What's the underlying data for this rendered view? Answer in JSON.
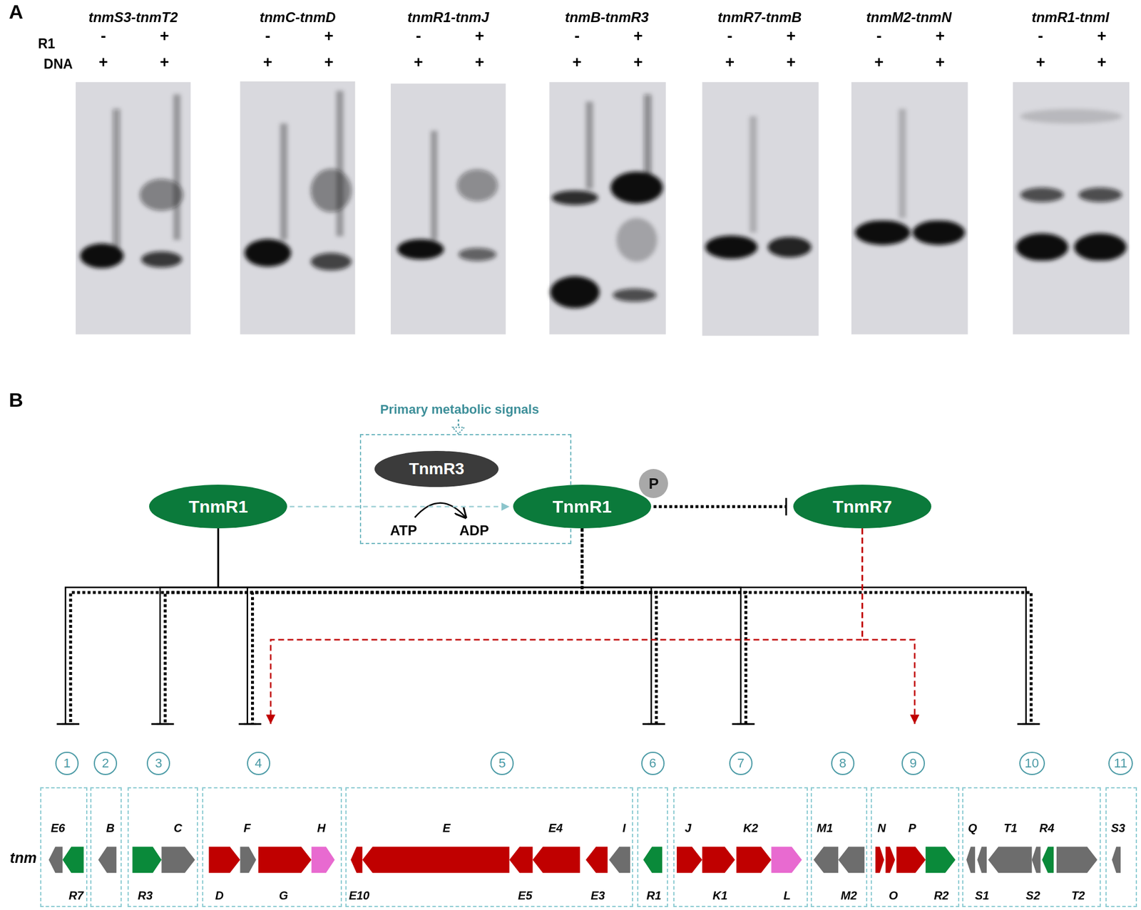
{
  "diagram": {
    "nodes": [
      {
        "text": [
          "TnmR1"
        ]
      },
      {
        "text": [
          "Primary metabolic signals",
          "ATP",
          "ADP"
        ]
      },
      {
        "text": [
          "TnmR3"
        ],
        "in": 1
      },
      {
        "text": [
          "TnmR1"
        ],
        "in": 1
      },
      {
        "text": [
          "P"
        ],
        "in": 3
      },
      {
        "text": [
          "TnmR7"
        ]
      },
      {
        "text": [
          "1"
        ]
      },
      {
        "text": [
          "2"
        ]
      },
      {
        "text": [
          "3"
        ]
      },
      {
        "text": [
          "4"
        ]
      },
      {
        "text": [
          "5"
        ]
      },
      {
        "text": [
          "6"
        ]
      },
      {
        "text": [
          "7"
        ]
      },
      {
        "text": [
          "8"
        ]
      },
      {
        "text": [
          "9"
        ]
      },
      {
        "text": [
          "10"
        ]
      },
      {
        "text": [
          "11"
        ]
      },
      {
        "text": [
          "E6",
          "R7"
        ]
      },
      {
        "text": [
          "B"
        ]
      },
      {
        "text": [
          "C",
          "R3"
        ]
      },
      {
        "text": [
          "F",
          "H",
          "D",
          "G"
        ]
      },
      {
        "text": [
          "E",
          "E4",
          "I",
          "E10",
          "E5",
          "E3"
        ]
      },
      {
        "text": [
          "R1"
        ]
      },
      {
        "text": [
          "J",
          "K2",
          "K1",
          "L"
        ]
      },
      {
        "text": [
          "M1",
          "M2"
        ]
      },
      {
        "text": [
          "N",
          "P",
          "O",
          "R2"
        ]
      },
      {
        "text": [
          "Q",
          "T1",
          "R4",
          "S1",
          "S2",
          "T2"
        ]
      },
      {
        "text": [
          "S3"
        ]
      }
    ],
    "edges": [
      {
        "from": 0,
        "to": 6,
        "arrow": "to"
      },
      {
        "from": 0,
        "to": 8,
        "arrow": "to"
      },
      {
        "from": 0,
        "to": 9,
        "arrow": "to"
      },
      {
        "from": 0,
        "to": 11,
        "arrow": "to"
      },
      {
        "from": 0,
        "to": 12,
        "arrow": "to"
      },
      {
        "from": 0,
        "to": 15,
        "arrow": "to"
      },
      {
        "from": 3,
        "to": 6,
        "arrow": "to"
      },
      {
        "from": 3,
        "to": 8,
        "arrow": "to"
      },
      {
        "from": 3,
        "to": 9,
        "arrow": "to"
      },
      {
        "from": 3,
        "to": 11,
        "arrow": "to"
      },
      {
        "from": 3,
        "to": 12,
        "arrow": "to"
      },
      {
        "from": 3,
        "to": 15,
        "arrow": "to"
      },
      {
        "from": 0,
        "to": 3,
        "arrow": "to"
      },
      {
        "from": 3,
        "to": 5,
        "arrow": "to"
      },
      {
        "from": 5,
        "to": 9,
        "arrow": "to"
      },
      {
        "from": 5,
        "to": 14,
        "arrow": "to"
      }
    ],
    "labels": [
      "A",
      "R1",
      "DNA",
      "tnmS3-tnmT2",
      "-",
      "+",
      "+",
      "+",
      "tnmC-tnmD",
      "-",
      "+",
      "+",
      "+",
      "tnmR1-tnmJ",
      "-",
      "+",
      "+",
      "+",
      "tnmB-tnmR3",
      "-",
      "+",
      "+",
      "+",
      "tnmR7-tnmB",
      "-",
      "+",
      "+",
      "+",
      "tnmM2-tnmN",
      "-",
      "+",
      "+",
      "+",
      "tnmR1-tnmI",
      "-",
      "+",
      "+",
      "+",
      "B",
      "tnm"
    ]
  }
}
